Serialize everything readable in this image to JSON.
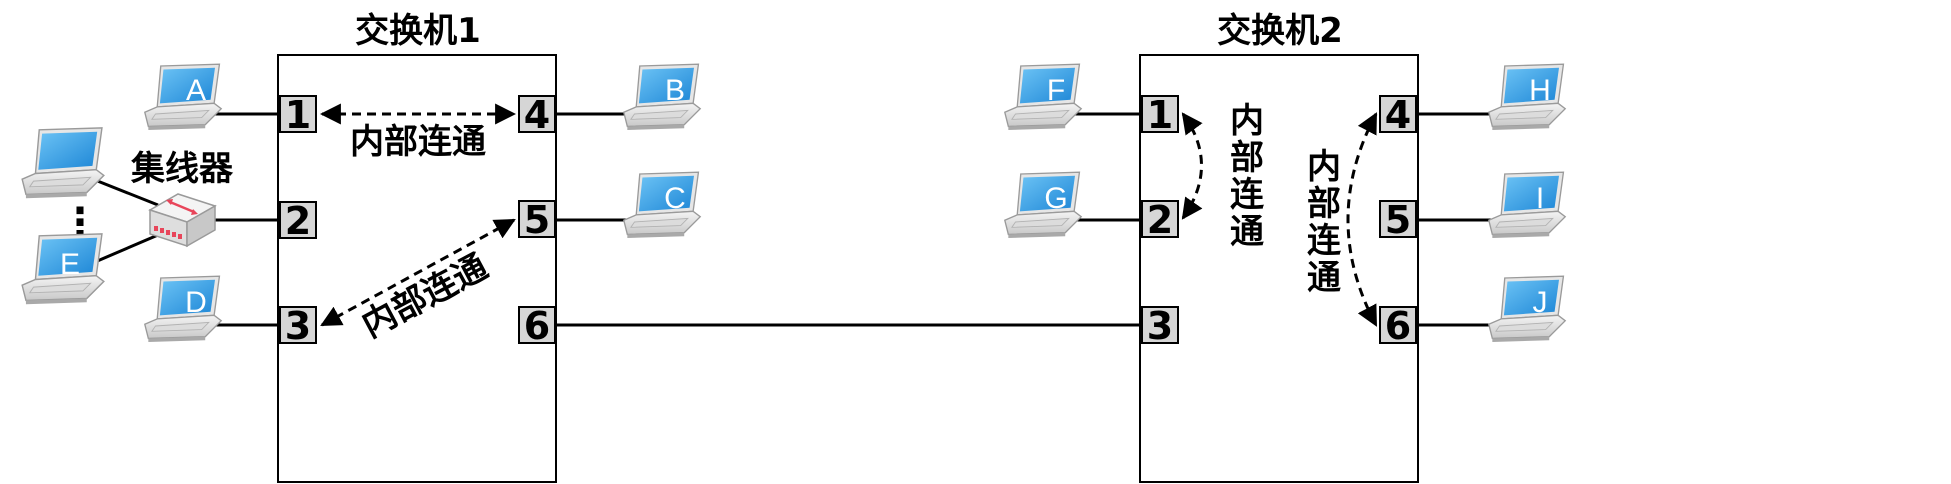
{
  "switch1": {
    "title": "交换机1",
    "ports": [
      "1",
      "2",
      "3",
      "4",
      "5",
      "6"
    ]
  },
  "switch2": {
    "title": "交换机2",
    "ports": [
      "1",
      "2",
      "3",
      "4",
      "5",
      "6"
    ]
  },
  "hub": {
    "label": "集线器",
    "ellipsis": "⋮"
  },
  "computers": {
    "A": "A",
    "B": "B",
    "C": "C",
    "D": "D",
    "E": "E",
    "F": "F",
    "G": "G",
    "H": "H",
    "I": "I",
    "J": "J"
  },
  "connections": {
    "s1_1_4": "内部连通",
    "s1_3_5": "内部连通",
    "s2_1_2": [
      "内",
      "部",
      "连",
      "通"
    ],
    "s2_4_6": [
      "内",
      "部",
      "连",
      "通"
    ]
  },
  "colors": {
    "screen_blue": "#2f9be4",
    "port_fill": "#d6d6d6",
    "hub_red": "#e8455a"
  },
  "icons": {
    "computer": "laptop-icon",
    "hub": "hub-icon"
  }
}
